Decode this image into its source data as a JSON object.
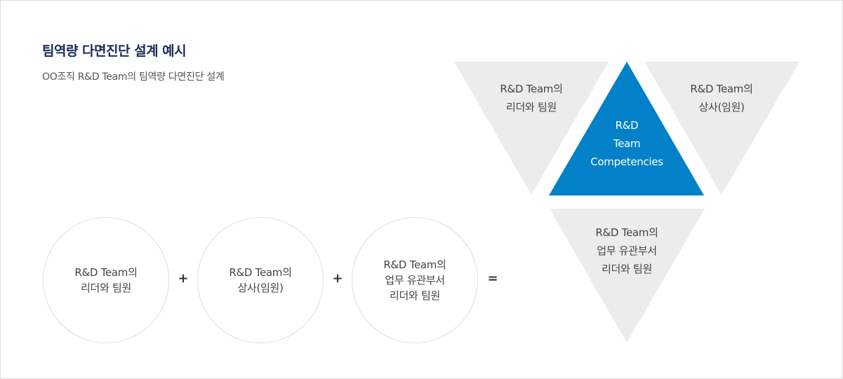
{
  "header": {
    "title": "팀역량 다면진단 설계 예시",
    "subtitle": "OO조직 R&D Team의 팀역량 다면진단 설계"
  },
  "equation": {
    "circles": [
      {
        "lines": [
          "R&D Team의",
          "리더와 팀원"
        ]
      },
      {
        "lines": [
          "R&D Team의",
          "상사(임원)"
        ]
      },
      {
        "lines": [
          "R&D Team의",
          "업무 유관부서",
          "리더와 팀원"
        ]
      }
    ],
    "plus_symbol": "+",
    "equals_symbol": "="
  },
  "triangles": {
    "left": {
      "lines": [
        "R&D Team의",
        "리더와 팀원"
      ]
    },
    "center": {
      "lines": [
        "R&D",
        "Team",
        "Competencies"
      ]
    },
    "right": {
      "lines": [
        "R&D Team의",
        "상사(임원)"
      ]
    },
    "bottom": {
      "lines": [
        "R&D Team의",
        "업무 유관부서",
        "리더와 팀원"
      ]
    }
  },
  "colors": {
    "accent_blue": "#0280c8",
    "gray_triangle": "#ececec",
    "title_navy": "#1a2a5a"
  }
}
